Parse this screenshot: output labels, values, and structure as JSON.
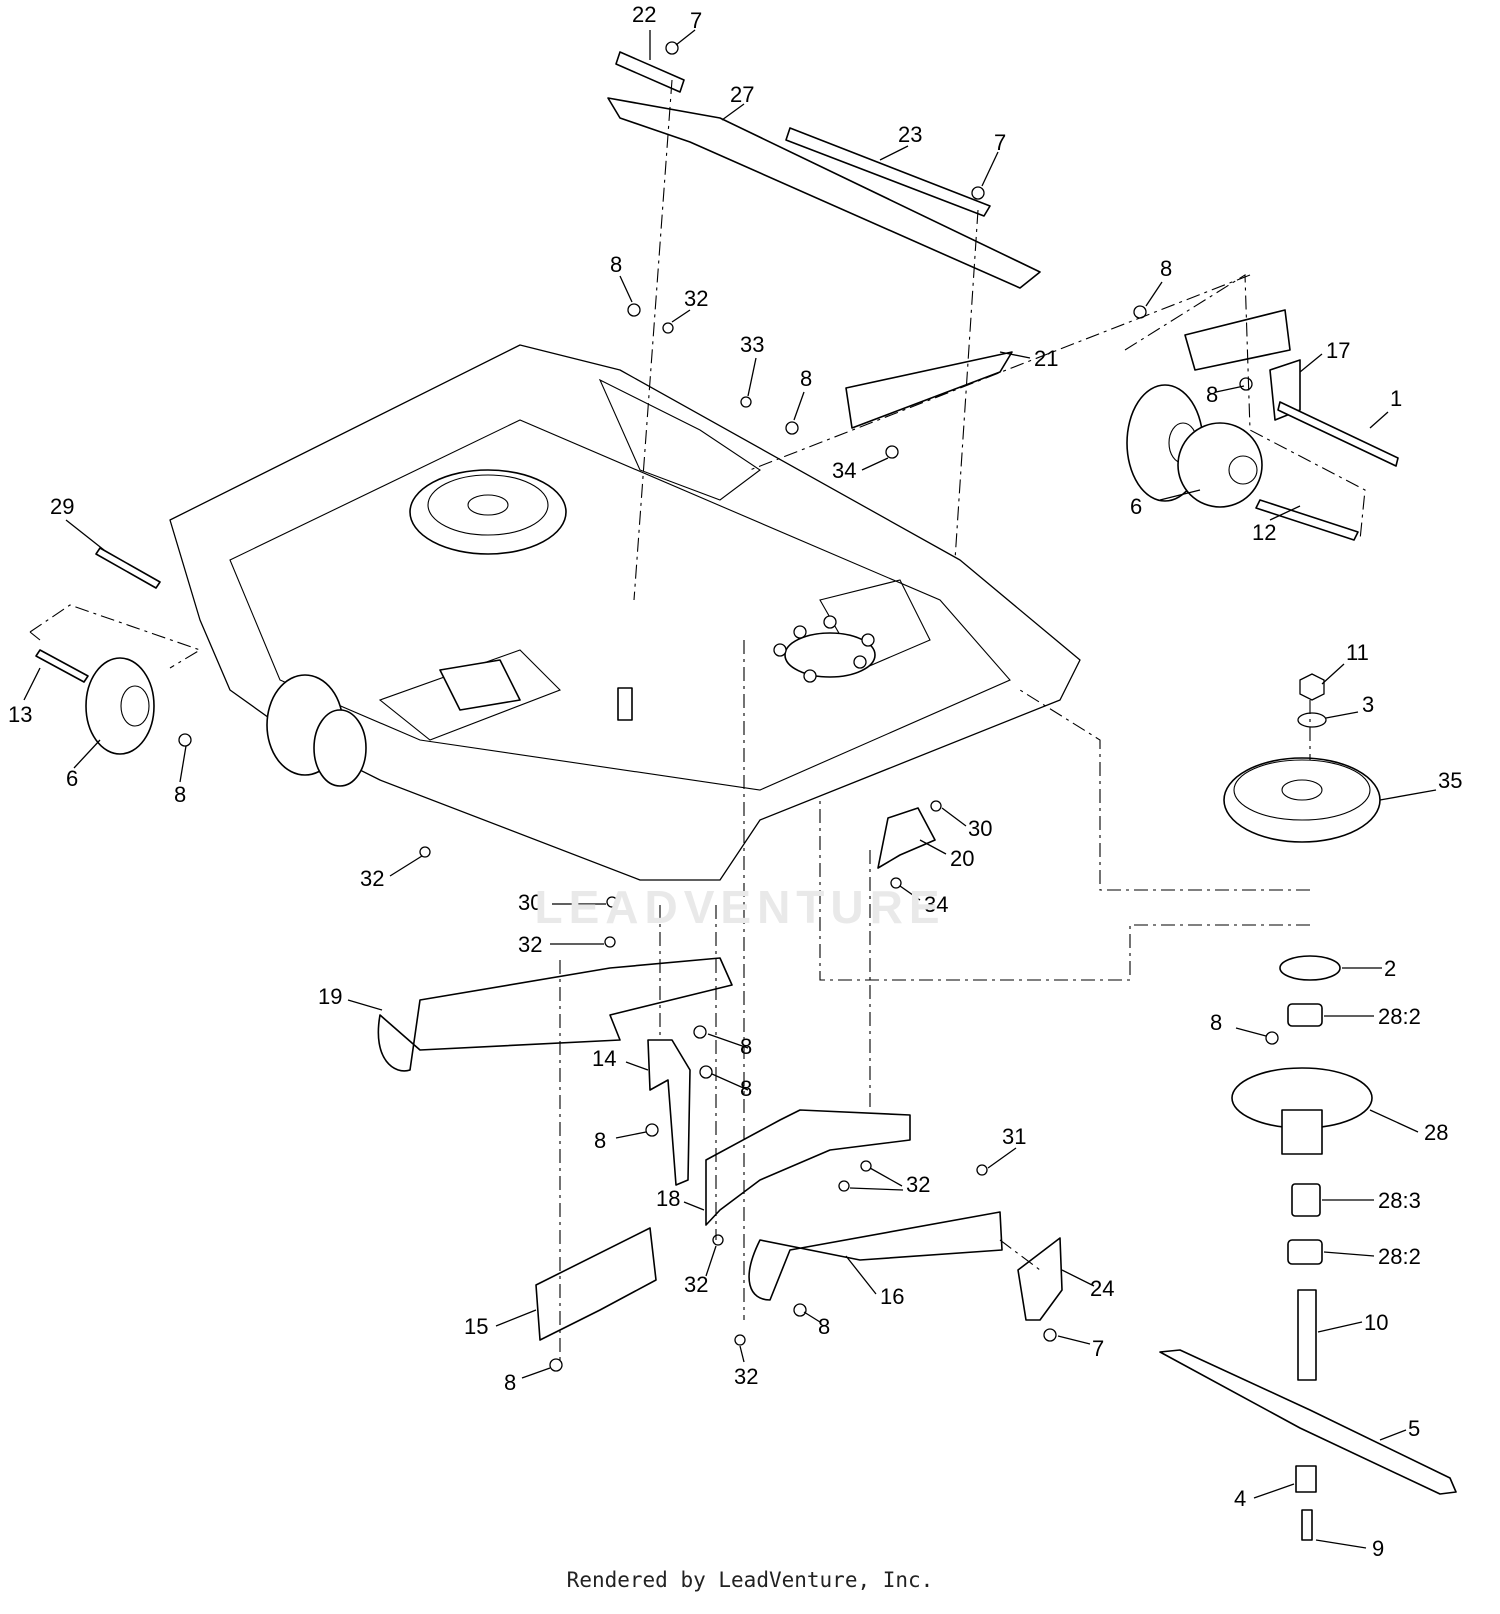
{
  "footer": "Rendered by LeadVenture, Inc.",
  "watermark": "LEADVENTURE",
  "callouts": [
    {
      "id": "c22",
      "label": "22"
    },
    {
      "id": "c7a",
      "label": "7"
    },
    {
      "id": "c27",
      "label": "27"
    },
    {
      "id": "c23",
      "label": "23"
    },
    {
      "id": "c7b",
      "label": "7"
    },
    {
      "id": "c8a",
      "label": "8"
    },
    {
      "id": "c32a",
      "label": "32"
    },
    {
      "id": "c33",
      "label": "33"
    },
    {
      "id": "c8b",
      "label": "8"
    },
    {
      "id": "c21",
      "label": "21"
    },
    {
      "id": "c34a",
      "label": "34"
    },
    {
      "id": "c8c",
      "label": "8"
    },
    {
      "id": "c17",
      "label": "17"
    },
    {
      "id": "c8d",
      "label": "8"
    },
    {
      "id": "c1",
      "label": "1"
    },
    {
      "id": "c6a",
      "label": "6"
    },
    {
      "id": "c12",
      "label": "12"
    },
    {
      "id": "c29",
      "label": "29"
    },
    {
      "id": "c13",
      "label": "13"
    },
    {
      "id": "c6b",
      "label": "6"
    },
    {
      "id": "c8e",
      "label": "8"
    },
    {
      "id": "c11",
      "label": "11"
    },
    {
      "id": "c3",
      "label": "3"
    },
    {
      "id": "c35",
      "label": "35"
    },
    {
      "id": "c30a",
      "label": "30"
    },
    {
      "id": "c20",
      "label": "20"
    },
    {
      "id": "c34b",
      "label": "34"
    },
    {
      "id": "c32b",
      "label": "32"
    },
    {
      "id": "c30b",
      "label": "30"
    },
    {
      "id": "c32c",
      "label": "32"
    },
    {
      "id": "c19",
      "label": "19"
    },
    {
      "id": "c2",
      "label": "2"
    },
    {
      "id": "c28_2a",
      "label": "28:2"
    },
    {
      "id": "c8f",
      "label": "8"
    },
    {
      "id": "c8g",
      "label": "8"
    },
    {
      "id": "c14",
      "label": "14"
    },
    {
      "id": "c8h",
      "label": "8"
    },
    {
      "id": "c28",
      "label": "28"
    },
    {
      "id": "c8i",
      "label": "8"
    },
    {
      "id": "c31",
      "label": "31"
    },
    {
      "id": "c32d",
      "label": "32"
    },
    {
      "id": "c18",
      "label": "18"
    },
    {
      "id": "c28_3",
      "label": "28:3"
    },
    {
      "id": "c32e",
      "label": "32"
    },
    {
      "id": "c28_2b",
      "label": "28:2"
    },
    {
      "id": "c24",
      "label": "24"
    },
    {
      "id": "c16",
      "label": "16"
    },
    {
      "id": "c15",
      "label": "15"
    },
    {
      "id": "c8j",
      "label": "8"
    },
    {
      "id": "c10",
      "label": "10"
    },
    {
      "id": "c7c",
      "label": "7"
    },
    {
      "id": "c32f",
      "label": "32"
    },
    {
      "id": "c8k",
      "label": "8"
    },
    {
      "id": "c5",
      "label": "5"
    },
    {
      "id": "c4",
      "label": "4"
    },
    {
      "id": "c9",
      "label": "9"
    }
  ]
}
